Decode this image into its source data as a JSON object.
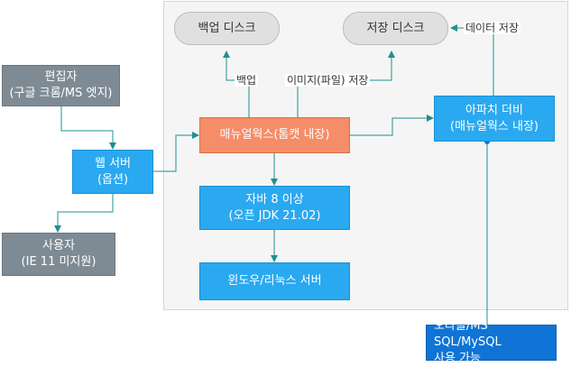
{
  "nodes": {
    "editor": {
      "line1": "편집자",
      "line2": "(구글 크롬/MS 엣지)"
    },
    "web_server": {
      "line1": "웹 서버",
      "line2": "(옵션)"
    },
    "user": {
      "line1": "사용자",
      "line2": "(IE 11 미지원)"
    },
    "backup_disk": {
      "line1": "백업 디스크"
    },
    "storage_disk": {
      "line1": "저장 디스크"
    },
    "manual": {
      "line1": "매뉴얼웍스(톰캣 내장)"
    },
    "java": {
      "line1": "자바 8 이상",
      "line2": "(오픈 JDK 21.02)"
    },
    "os_server": {
      "line1": "윈도우/리눅스 서버"
    },
    "apache_derby": {
      "line1": "아파치 더비",
      "line2": "(매뉴얼웍스 내장)"
    },
    "db_note": {
      "line1": "오라클/MS SQL/MySQL",
      "line2": "사용 가능"
    }
  },
  "labels": {
    "backup": "백업",
    "image_store": "이미지(파일) 저장",
    "data_store": "데이터 저장"
  },
  "colors": {
    "gray": "#7e8b95",
    "blue": "#2aa9f0",
    "orange": "#f58d68",
    "navy": "#0f74d6",
    "connector": "#1f9090"
  }
}
